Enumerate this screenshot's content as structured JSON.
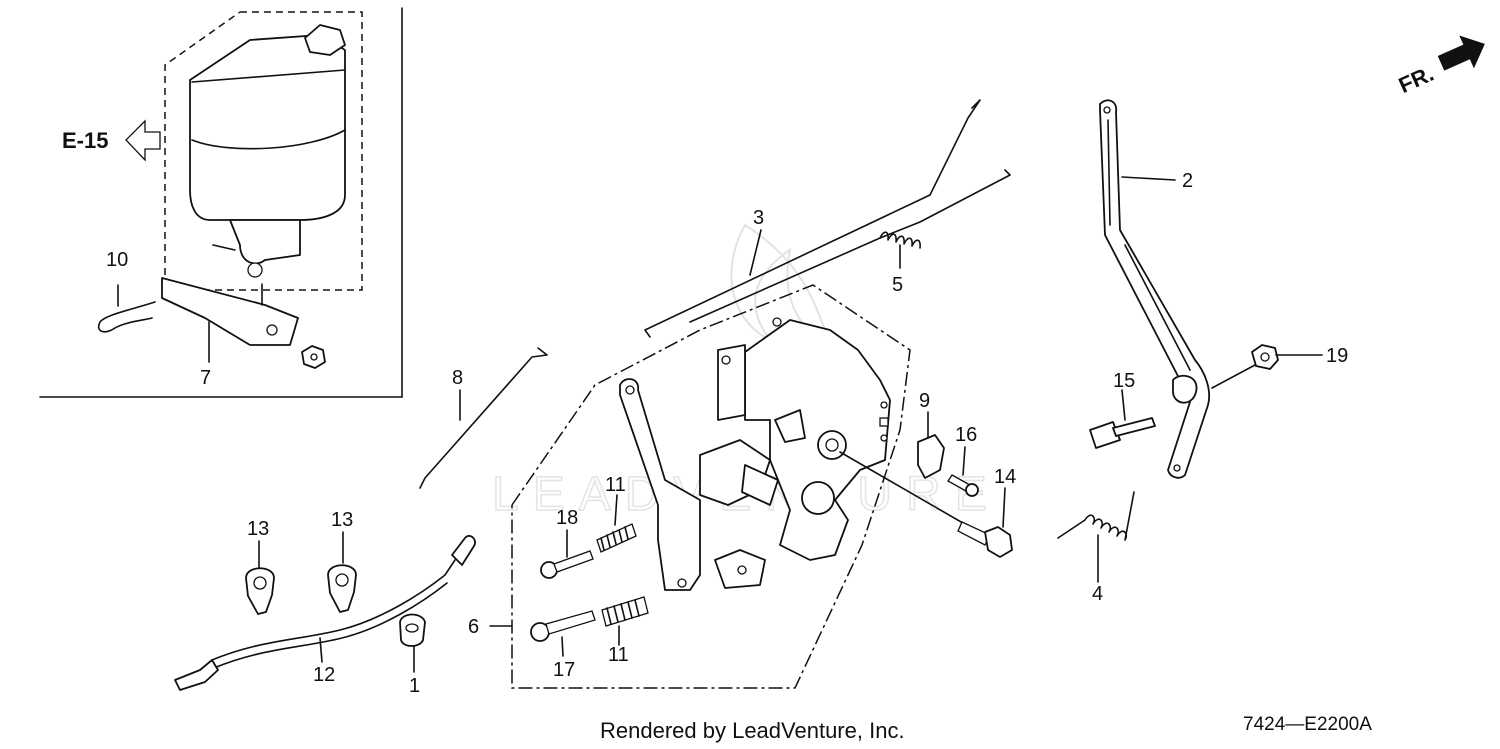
{
  "reference": {
    "label": "E-15"
  },
  "direction": {
    "label": "FR."
  },
  "callouts": {
    "c1": "1",
    "c2": "2",
    "c3": "3",
    "c4": "4",
    "c5": "5",
    "c6": "6",
    "c7": "7",
    "c8": "8",
    "c9": "9",
    "c10": "10",
    "c11a": "11",
    "c11b": "11",
    "c12": "12",
    "c13a": "13",
    "c13b": "13",
    "c14": "14",
    "c15": "15",
    "c16": "16",
    "c17": "17",
    "c18": "18",
    "c19": "19"
  },
  "watermark": {
    "text": "LEADVENTURE"
  },
  "footer": {
    "credit": "Rendered by LeadVenture, Inc.",
    "diagram_code": "7424—E2200A"
  }
}
